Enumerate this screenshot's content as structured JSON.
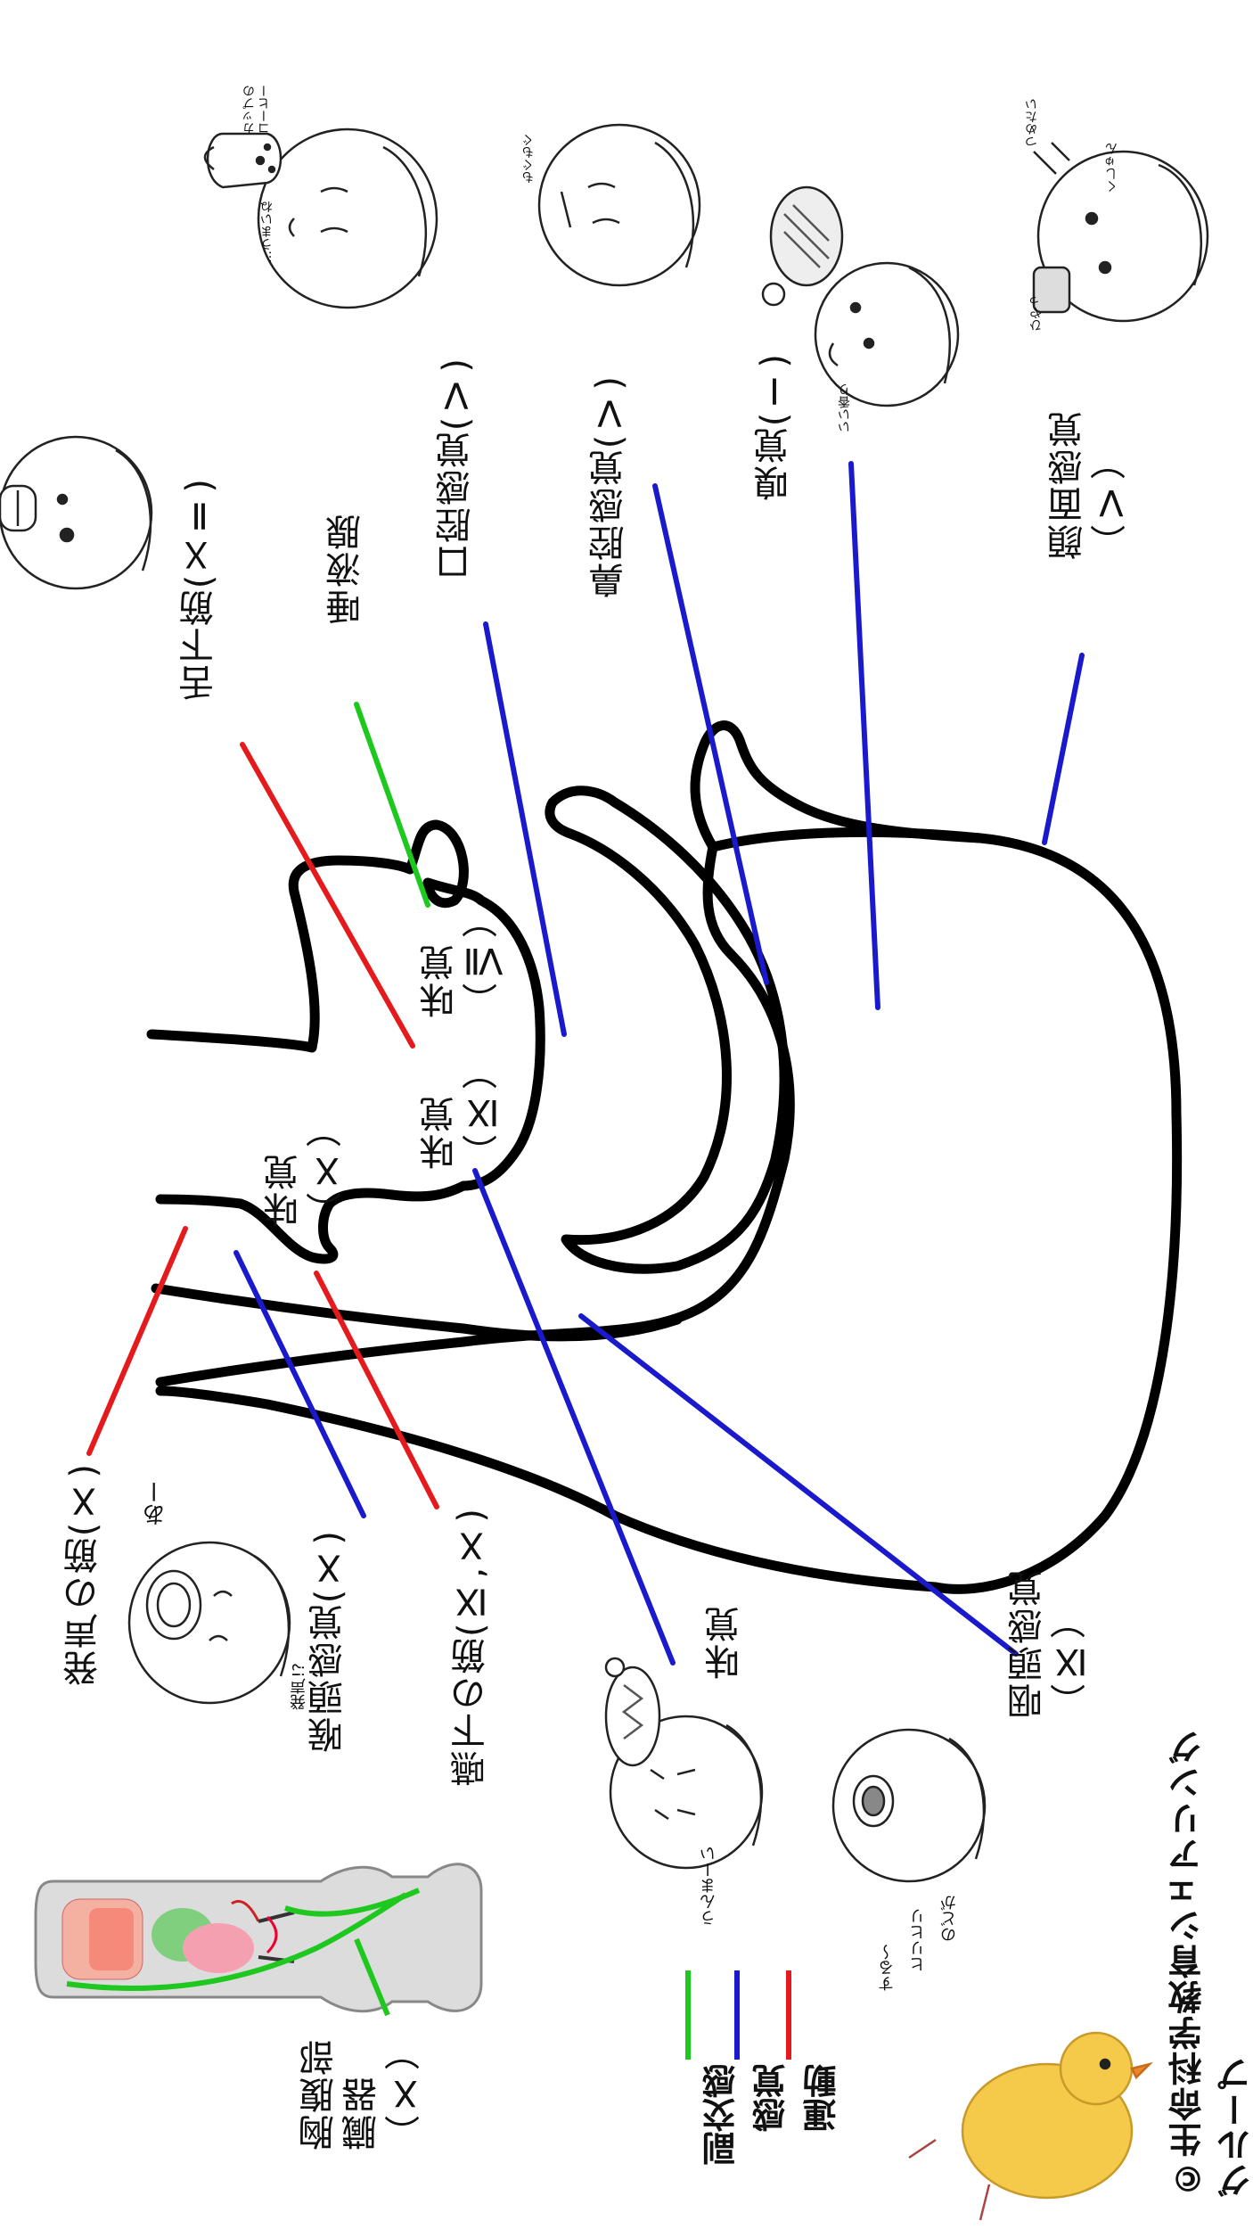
{
  "credit": "©生命科学教育シェアリンググループ",
  "legend": {
    "motor": "運動",
    "sensory": "感覚",
    "parasympathetic": "副交感",
    "colors": {
      "motor": "#e41a1c",
      "sensory": "#1a1acc",
      "parasympathetic": "#1ec81e"
    }
  },
  "labels": {
    "facial_sense": "顔面感覚\n（Ⅴ）",
    "smell": "嗅覚(Ⅰ)",
    "nasal_sense": "鼻腔感覚(Ⅴ)",
    "oral_sense": "口腔感覚(Ⅴ)",
    "saliva": "唾液腺",
    "hypoglossal": "舌下筋(ＸⅡ)",
    "taste_vii": "味覚\n（Ⅶ）",
    "taste_ix": "味覚\n（Ⅸ）",
    "taste_x": "味覚\n（Ⅹ）",
    "pharynx_sense": "咽頭感覚\n（Ⅸ）",
    "taste": "味覚",
    "swallow": "嚥下の筋(Ⅸ,Ⅹ)",
    "larynx_sense": "喉頭感覚(Ⅹ)",
    "voice": "発声の筋(Ⅹ)",
    "visceral": "胸腹部\n臓器\n（Ⅹ）"
  },
  "doodles": {
    "coffee_1": "カップの\nコーヒー",
    "coffee_2": "…うまいね",
    "eating": "もぐもぐ",
    "sneeze": "くしゅん",
    "scent": "いい香り",
    "icecream": "ひやっ",
    "cold": "つめたい",
    "voice_ah": "あー",
    "voice_sound": "発声!?",
    "yummy": "うんまーい",
    "throat_1": "のどが",
    "throat_2": "ヒリヒリ",
    "throat_3": "する～"
  }
}
